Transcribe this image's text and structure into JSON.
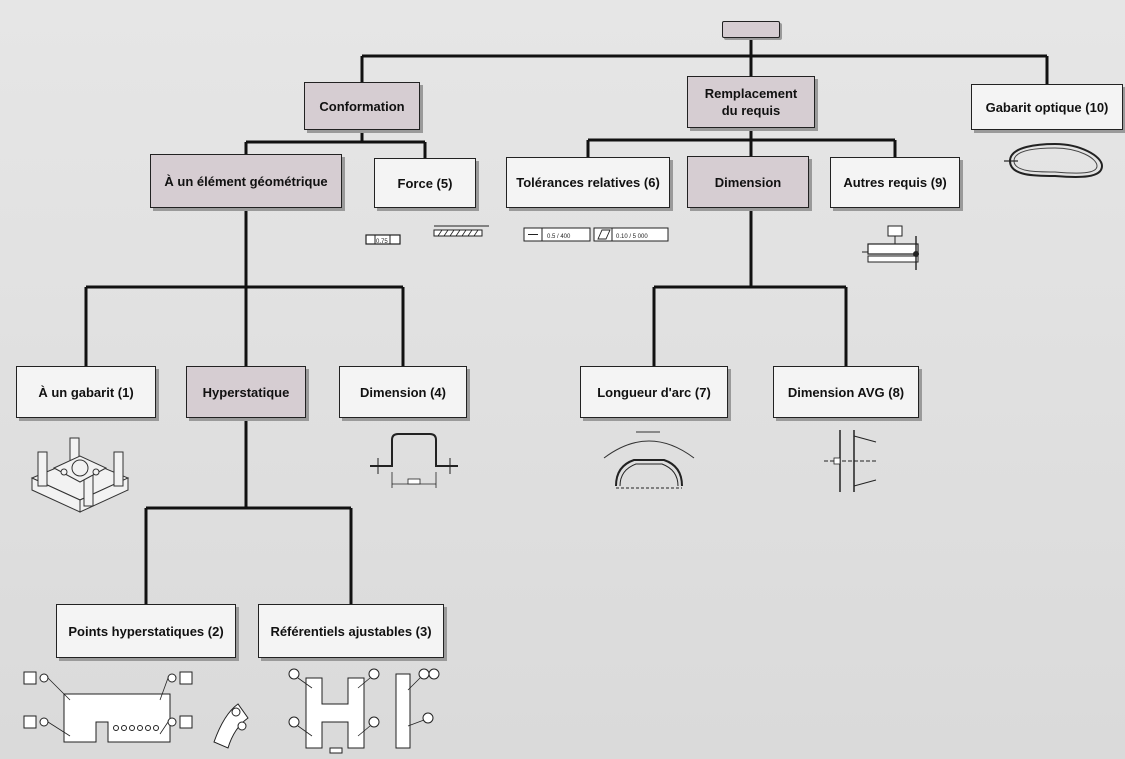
{
  "tree": {
    "root": {
      "label": ""
    },
    "level1": {
      "conformation": "Conformation",
      "remplacement": "Remplacement\ndu requis",
      "gabarit_optique": "Gabarit optique (10)"
    },
    "level2": {
      "element_geometrique": "À un élément géométrique",
      "force": "Force (5)",
      "tolerances": "Tolérances relatives (6)",
      "dimension": "Dimension",
      "autres_requis": "Autres requis (9)"
    },
    "level3": {
      "gabarit": "À un gabarit (1)",
      "hyperstatique": "Hyperstatique",
      "dimension4": "Dimension (4)",
      "longueur_arc": "Longueur d'arc (7)",
      "dimension_avg": "Dimension AVG (8)"
    },
    "level4": {
      "points_hyper": "Points hyperstatiques (2)",
      "referentiels": "Référentiels ajustables (3)"
    }
  },
  "symbols": {
    "force_frame": "0.75",
    "tol_straight": "0.5 / 400",
    "tol_flat": "0.10 / 5 000"
  },
  "colors": {
    "shaded_node": "#d6cdd2",
    "plain_node": "#f4f4f4",
    "line": "#111111"
  }
}
